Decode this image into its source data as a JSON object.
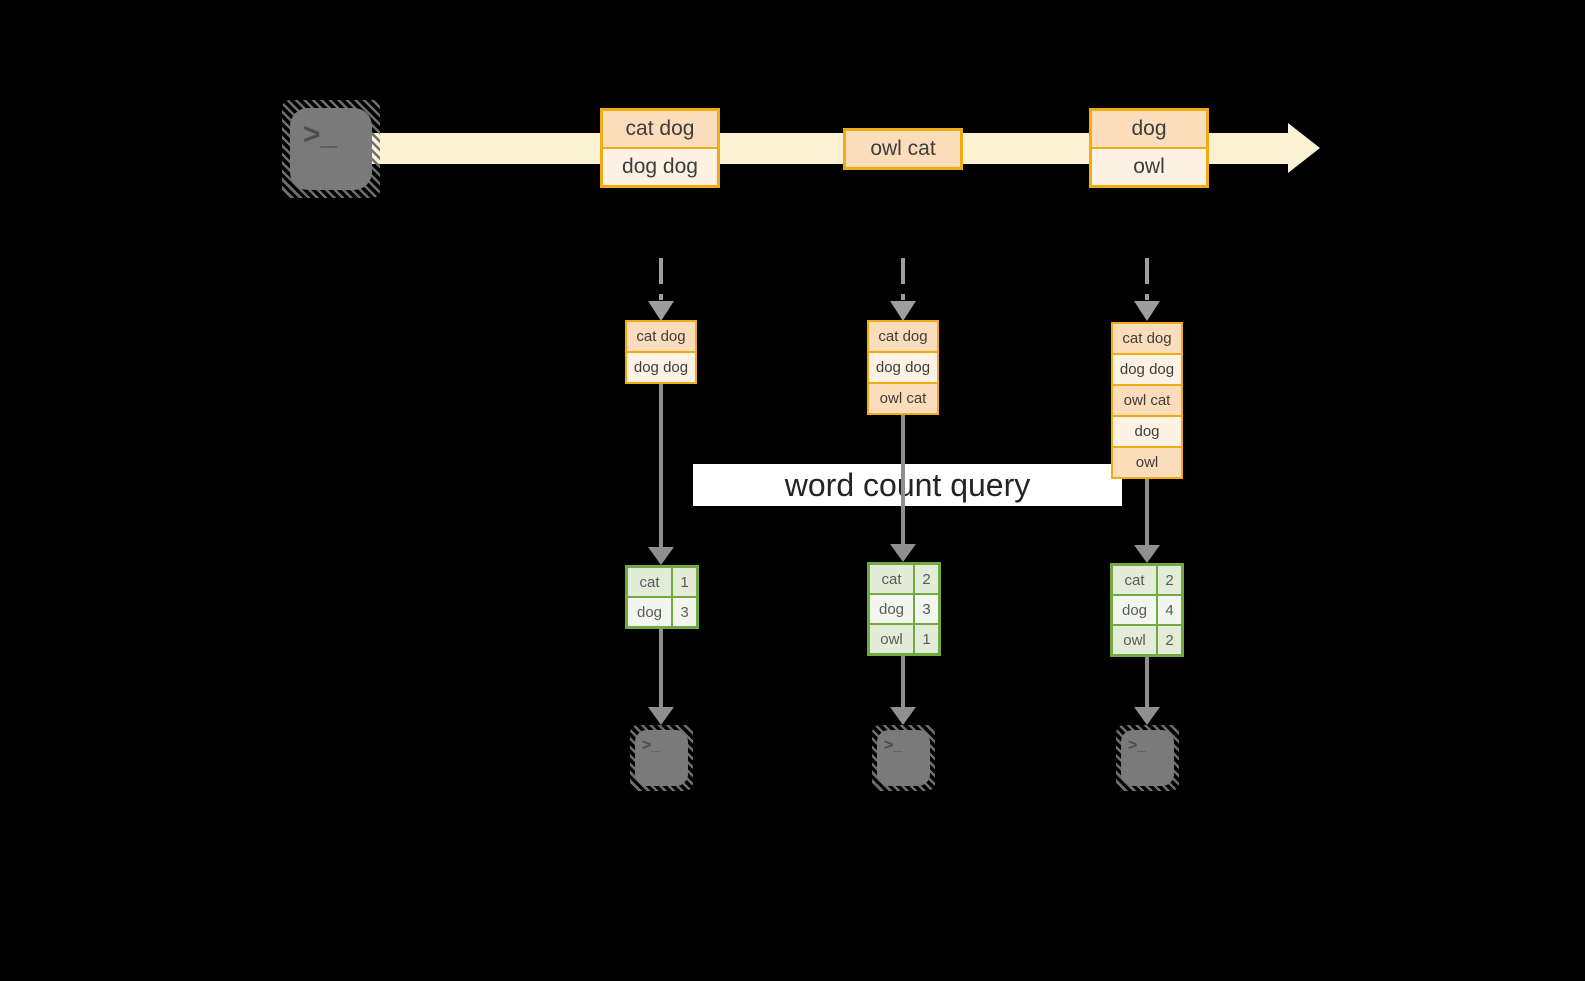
{
  "query_label": "word count query",
  "icons": {
    "prompt_gt": ">",
    "prompt_underscore": "_"
  },
  "stream": {
    "batches": [
      {
        "items": [
          "cat dog",
          "dog dog"
        ]
      },
      {
        "items": [
          "owl cat"
        ]
      },
      {
        "items": [
          "dog",
          "owl"
        ]
      }
    ]
  },
  "pipelines": [
    {
      "state": [
        "cat dog",
        "dog dog"
      ],
      "counts": [
        {
          "word": "cat",
          "count": "1"
        },
        {
          "word": "dog",
          "count": "3"
        }
      ]
    },
    {
      "state": [
        "cat dog",
        "dog dog",
        "owl cat"
      ],
      "counts": [
        {
          "word": "cat",
          "count": "2"
        },
        {
          "word": "dog",
          "count": "3"
        },
        {
          "word": "owl",
          "count": "1"
        }
      ]
    },
    {
      "state": [
        "cat dog",
        "dog dog",
        "owl cat",
        "dog",
        "owl"
      ],
      "counts": [
        {
          "word": "cat",
          "count": "2"
        },
        {
          "word": "dog",
          "count": "4"
        },
        {
          "word": "owl",
          "count": "2"
        }
      ]
    }
  ],
  "colors": {
    "background": "#000000",
    "stream_band": "#fbf1d3",
    "box_border_gold": "#f0ad12",
    "cell_peach": "#fbdcbb",
    "cell_cream": "#fdf2e3",
    "green_border": "#73a940",
    "green_cell": "#e3ebd9",
    "green_cell_light": "#f3f6ef",
    "arrow_gray": "#8f8f8f",
    "terminal_gray": "#7a7a7a"
  }
}
